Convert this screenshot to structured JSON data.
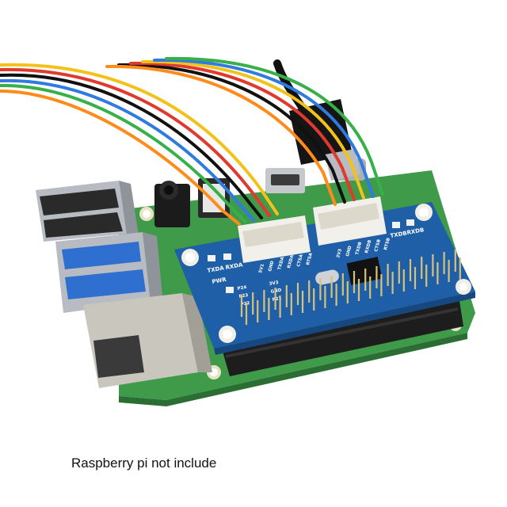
{
  "caption": "Raspberry pi not include",
  "hat_labels": {
    "txda": "TXDA",
    "rxda": "RXDA",
    "txdb": "TXDB",
    "rxdb": "RXDB",
    "pwr": "PWR",
    "pins_a": [
      "5V1",
      "GND",
      "TXDA",
      "RXDA",
      "CTSA",
      "RTSA"
    ],
    "pins_b": [
      "3V3",
      "GND",
      "TXDB",
      "RXDB",
      "CTSB",
      "RTSB"
    ],
    "side": [
      "P24",
      "P23",
      "P22",
      "3V3",
      "GND",
      "P21"
    ]
  },
  "colors": {
    "hat_pcb": "#1f5fa8",
    "pi_pcb": "#3f9a4a",
    "usb_metal": "#b8bcc2",
    "usb3_blue": "#2f6fd0",
    "ethernet": "#c9c6bd",
    "header_black": "#1d1d1d",
    "connector_white": "#f2f0ea",
    "wire_colors": [
      "#e03a2f",
      "#f2c21a",
      "#2f7be0",
      "#38b04a",
      "#ff8c1a",
      "#111111"
    ]
  }
}
